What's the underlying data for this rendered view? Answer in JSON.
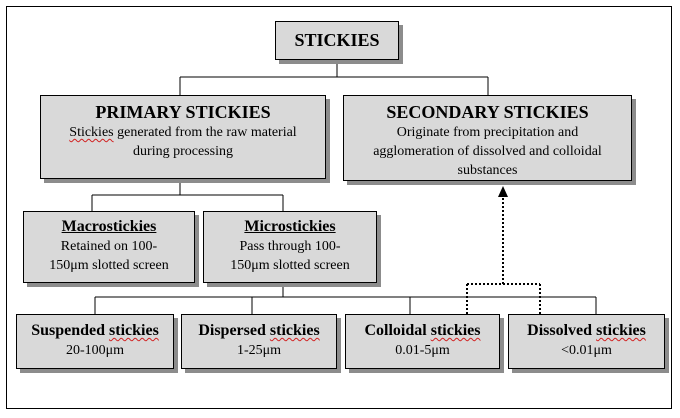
{
  "root": {
    "title": "STICKIES"
  },
  "primary": {
    "title": "PRIMARY STICKIES",
    "desc_line1": "Stickies generated from the raw material",
    "desc_line2": "during processing"
  },
  "secondary": {
    "title": "SECONDARY STICKIES",
    "desc_line1": "Originate from precipitation and",
    "desc_line2": "agglomeration of dissolved and colloidal",
    "desc_line3": "substances"
  },
  "macro": {
    "title": "Macrostickies",
    "desc_line1": "Retained on 100-",
    "desc_line2": "150μm slotted screen"
  },
  "micro": {
    "title": "Microstickies",
    "desc_line1": "Pass through 100-",
    "desc_line2": "150μm slotted screen"
  },
  "suspended": {
    "title_word": "Suspended",
    "title_suffix": "stickies",
    "range": "20-100μm"
  },
  "dispersed": {
    "title_word": "Dispersed",
    "title_suffix": "stickies",
    "range": "1-25μm"
  },
  "colloidal": {
    "title_word": "Colloidal",
    "title_suffix": "stickies",
    "range": "0.01-5μm"
  },
  "dissolved": {
    "title_word": "Dissolved",
    "title_suffix": "stickies",
    "range": "<0.01μm"
  }
}
